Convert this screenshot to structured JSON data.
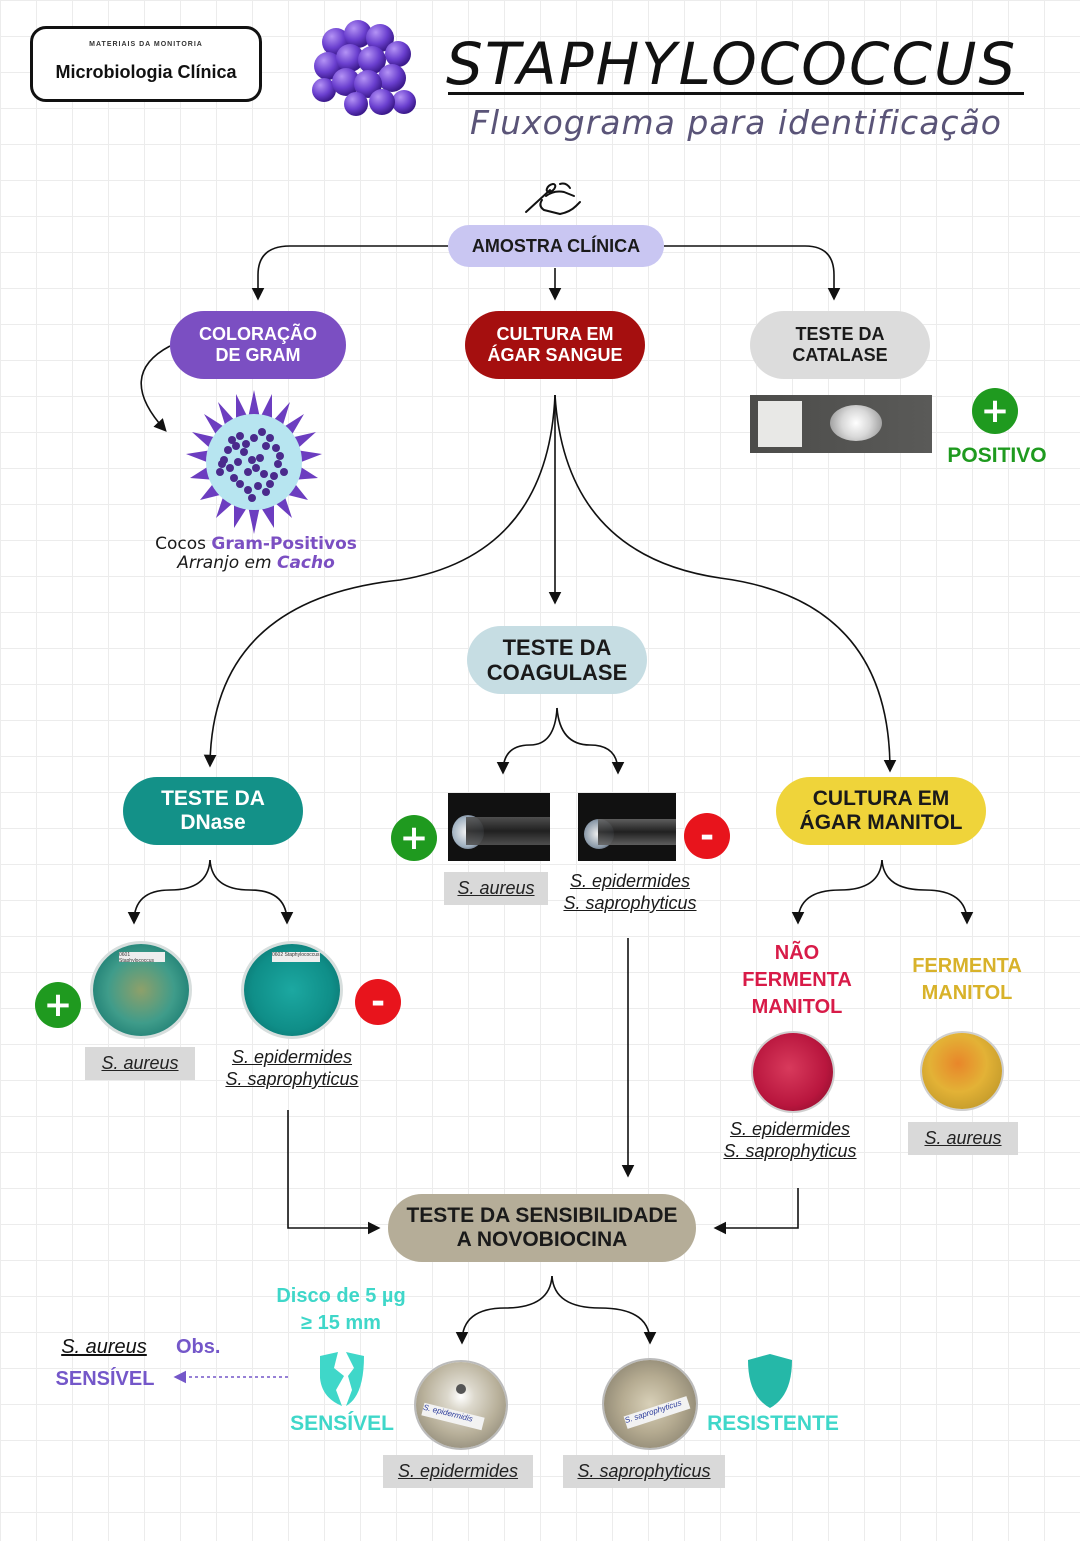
{
  "header": {
    "logo_top": "MATERIAIS DA MONITORIA",
    "logo_title": "Microbiologia Clínica",
    "title": "STAPHYLOCOCCUS",
    "subtitle": "Fluxograma para identificação"
  },
  "nodes": {
    "amostra": "AMOSTRA CLÍNICA",
    "gram": "COLORAÇÃO\nDE GRAM",
    "cultura_sangue": "CULTURA EM\nÁGAR SANGUE",
    "catalase": "TESTE DA\nCATALASE",
    "coagulase": "TESTE DA\nCOAGULASE",
    "dnase": "TESTE DA\nDNase",
    "manitol": "CULTURA EM\nÁGAR MANITOL",
    "novobiocina": "TESTE DA SENSIBILIDADE\nA NOVOBIOCINA"
  },
  "gram_result": {
    "line1_prefix": "Cocos ",
    "line1_highlight": "Gram-Positivos",
    "line2_prefix": "Arranjo em ",
    "line2_highlight": "Cacho"
  },
  "catalase_result": "POSITIVO",
  "signs": {
    "plus": "+",
    "minus": "-"
  },
  "species": {
    "aureus": "S. aureus",
    "epidermides": "S. epidermides",
    "saprophyticus": "S. saprophyticus"
  },
  "dish_labels": {
    "dnase_pos": "0601 Staphylococcus",
    "dnase_neg": "0602 Staphylococcus",
    "novo_sens": "S. epidermidis",
    "novo_res": "S. saprophyticus"
  },
  "manitol": {
    "nao": "NÃO\nFERMENTA\nMANITOL",
    "sim": "FERMENTA\nMANITOL"
  },
  "novobiocina_info": {
    "disco": "Disco de 5 µg",
    "halo": "≥ 15 mm",
    "sensivel": "SENSÍVEL",
    "resistente": "RESISTENTE",
    "obs": "Obs.",
    "obs_species": "S. aureus",
    "obs_result": "SENSÍVEL"
  },
  "colors": {
    "gram": "#7b4fc2",
    "cultura_sangue": "#a50f0f",
    "catalase": "#dcdcdc",
    "amostra": "#c9c6f2",
    "coagulase": "#c6dde3",
    "dnase": "#139188",
    "manitol": "#efd43a",
    "novobiocina": "#b5ad98",
    "positivo": "#1f9a1f",
    "nao_fermenta": "#d81b48",
    "fermenta": "#d8b22a",
    "teal": "#3fd7c9",
    "purple_text": "#7457c9"
  }
}
